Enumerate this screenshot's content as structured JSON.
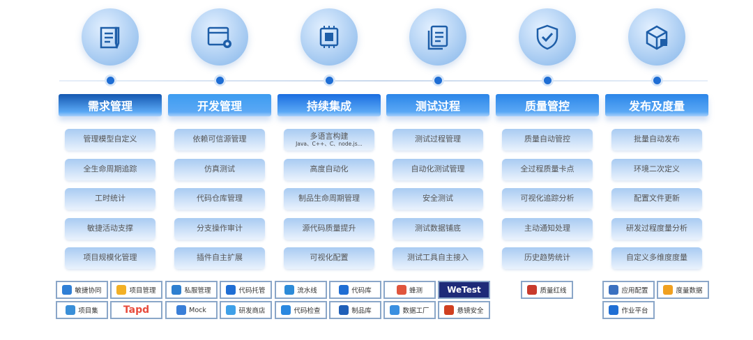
{
  "columns": [
    {
      "title": "需求管理",
      "icon": "document-pen-icon",
      "head_color": "#1457b0",
      "items": [
        {
          "label": "管理模型自定义"
        },
        {
          "label": "全生命周期追踪"
        },
        {
          "label": "工时统计"
        },
        {
          "label": "敏捷活动支撑"
        },
        {
          "label": "项目规模化管理"
        }
      ],
      "tools": [
        {
          "label": "敏捷协同",
          "color": "#2f7fd6"
        },
        {
          "label": "项目管理",
          "color": "#f2b026"
        },
        {
          "label": "项目集",
          "color": "#3a8fd8"
        },
        {
          "label": "Tapd",
          "color": "#e84c3d"
        }
      ]
    },
    {
      "title": "开发管理",
      "icon": "browser-gear-icon",
      "head_color": "#3d9cf0",
      "items": [
        {
          "label": "依赖可信源管理"
        },
        {
          "label": "仿真测试"
        },
        {
          "label": "代码仓库管理"
        },
        {
          "label": "分支操作审计"
        },
        {
          "label": "插件自主扩展"
        }
      ],
      "tools": [
        {
          "label": "私服管理",
          "color": "#2d7fd0"
        },
        {
          "label": "代码托管",
          "color": "#1f6ed4"
        },
        {
          "label": "Mock",
          "color": "#3a7fd8"
        },
        {
          "label": "研发商店",
          "color": "#3fa0e8"
        }
      ]
    },
    {
      "title": "持续集成",
      "icon": "chip-icon",
      "head_color": "#1a6de0",
      "items": [
        {
          "label": "多语言构建",
          "sub": "Java、C++、C、node.js..."
        },
        {
          "label": "高度自动化"
        },
        {
          "label": "制品生命周期管理"
        },
        {
          "label": "源代码质量提升"
        },
        {
          "label": "可视化配置"
        }
      ],
      "tools": [
        {
          "label": "流水线",
          "color": "#2c8bd8"
        },
        {
          "label": "代码库",
          "color": "#1f6ed4"
        },
        {
          "label": "代码检查",
          "color": "#2a88e0"
        },
        {
          "label": "制品库",
          "color": "#1f5fb8"
        }
      ]
    },
    {
      "title": "测试过程",
      "icon": "documents-icon",
      "head_color": "#2b85e8",
      "items": [
        {
          "label": "测试过程管理"
        },
        {
          "label": "自动化测试管理"
        },
        {
          "label": "安全测试"
        },
        {
          "label": "测试数据铺底"
        },
        {
          "label": "测试工具自主接入"
        }
      ],
      "tools": [
        {
          "label": "蜂测",
          "color": "#e0553d"
        },
        {
          "label": "WeTest",
          "color": "#1e2a78"
        },
        {
          "label": "数据工厂",
          "color": "#3a8fe0"
        },
        {
          "label": "悬镜安全",
          "color": "#d04020"
        }
      ]
    },
    {
      "title": "质量管控",
      "icon": "shield-check-icon",
      "head_color": "#2b85e8",
      "items": [
        {
          "label": "质量自动管控"
        },
        {
          "label": "全过程质量卡点"
        },
        {
          "label": "可视化追踪分析"
        },
        {
          "label": "主动通知处理"
        },
        {
          "label": "历史趋势统计"
        }
      ],
      "tools": [
        {
          "label": "质量红线",
          "color": "#c83a2c"
        }
      ]
    },
    {
      "title": "发布及度量",
      "icon": "cube-icon",
      "head_color": "#2b85e8",
      "items": [
        {
          "label": "批量自动发布"
        },
        {
          "label": "环境二次定义"
        },
        {
          "label": "配置文件更新"
        },
        {
          "label": "研发过程度量分析"
        },
        {
          "label": "自定义多维度度量"
        }
      ],
      "tools": [
        {
          "label": "应用配置",
          "color": "#3a70c0"
        },
        {
          "label": "度量数据",
          "color": "#f0a020"
        },
        {
          "label": "作业平台",
          "color": "#1f6ed4"
        }
      ]
    }
  ]
}
